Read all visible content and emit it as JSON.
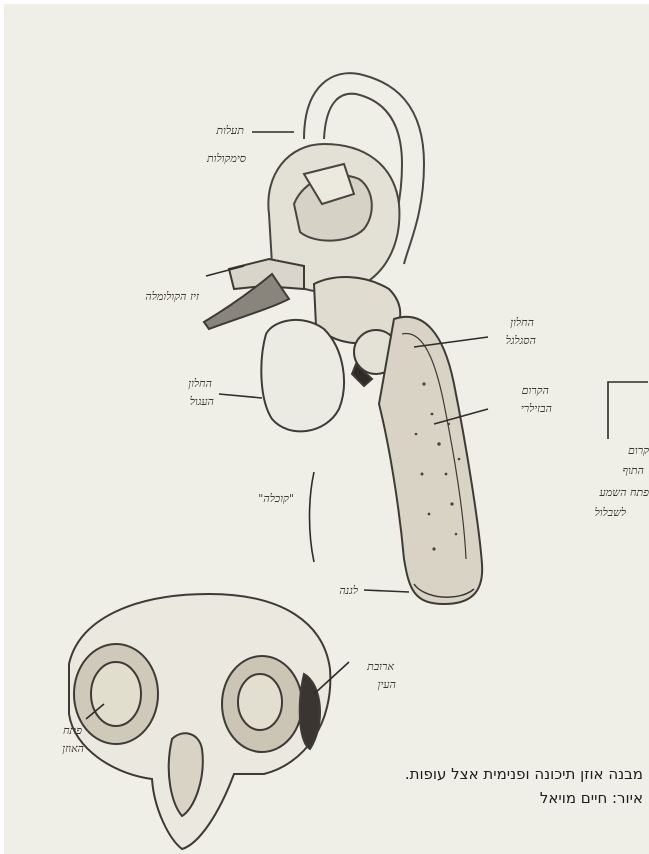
{
  "caption": {
    "line1": "מבנה אוזן תיכונה ופנימית אצל עופות.",
    "line2": "איור: חיים מויאל"
  },
  "labels": {
    "pinna": [
      "תעלות",
      "סימקולות"
    ],
    "columella": "זיז הקולומלה",
    "oval_window": [
      "החלון",
      "הסגלגל"
    ],
    "round_window": [
      "החלון",
      "העגול"
    ],
    "cochlea_duct": [
      "הקרום",
      "הבזילרי"
    ],
    "cochlea": "\"קוכלה\"",
    "lagena": "לגנה",
    "outer_ear": [
      "פתח",
      "האוזן"
    ],
    "eye": [
      "ארובת",
      "העין"
    ],
    "margin_note": [
      "קרום",
      "התוף",
      "פתח השמע",
      "לשבלול"
    ]
  },
  "colors": {
    "paper": "#f0efe7",
    "pencil": "#3a3530",
    "caption_text": "#1d1d1d"
  }
}
